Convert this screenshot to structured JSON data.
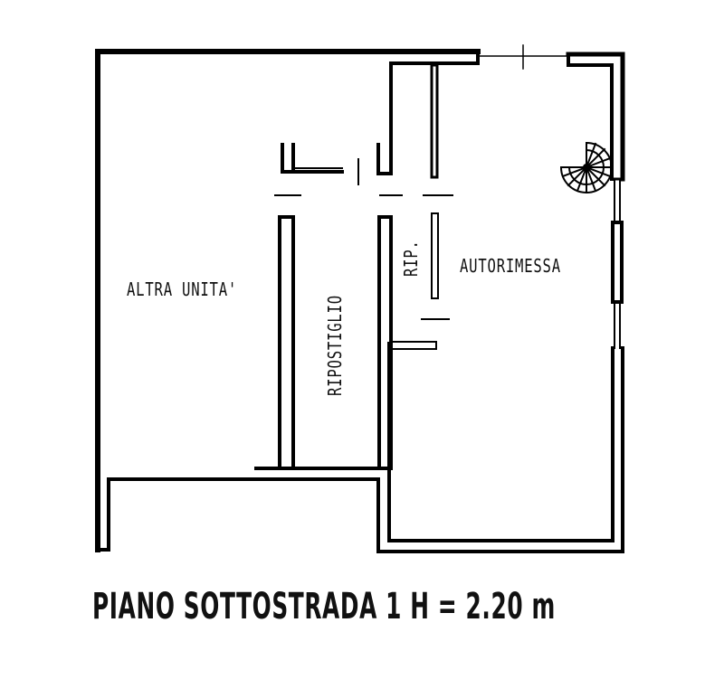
{
  "drawing": {
    "type": "floor plan",
    "line_color": "#000000",
    "background": "#ffffff"
  },
  "rooms": {
    "altra_unita": "ALTRA UNITA'",
    "ripostiglio": "RIPOSTIGLIO",
    "rip": "RIP.",
    "autorimessa": "AUTORIMESSA"
  },
  "features": {
    "staircase": "spiral-staircase",
    "windows": [
      "window-upper-right",
      "window-lower-right"
    ],
    "door_opening": "garage-door-opening"
  },
  "title": {
    "text": "PIANO SOTTOSTRADA 1 H = 2.20 m"
  }
}
